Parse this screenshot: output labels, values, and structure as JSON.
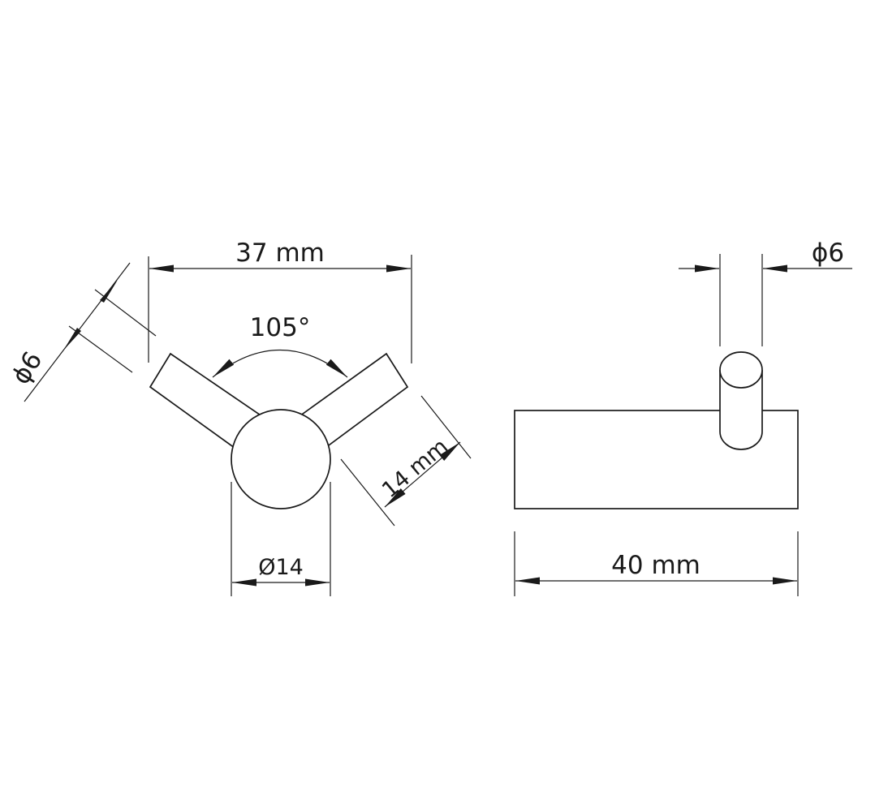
{
  "front_view": {
    "width_label": "37 mm",
    "angle_label": "105°",
    "arm_diameter_label": "ϕ6",
    "arm_length_label": "14 mm",
    "hub_diameter_label": "Ø14"
  },
  "side_view": {
    "length_label": "40 mm",
    "pin_diameter_label": "ϕ6"
  }
}
